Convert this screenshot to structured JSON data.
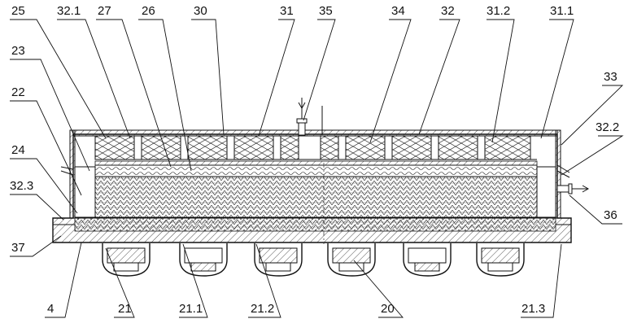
{
  "labels": {
    "l25": "25",
    "l32_1": "32.1",
    "l27": "27",
    "l26": "26",
    "l30": "30",
    "l31": "31",
    "l35": "35",
    "l34": "34",
    "l32": "32",
    "l31_2": "31.2",
    "l31_1": "31.1",
    "l23": "23",
    "l33": "33",
    "l22": "22",
    "l32_2": "32.2",
    "l24": "24",
    "l32_3": "32.3",
    "l36": "36",
    "l37": "37",
    "l4": "4",
    "l21": "21",
    "l21_1": "21.1",
    "l21_2": "21.2",
    "l20": "20",
    "l21_3": "21.3"
  }
}
